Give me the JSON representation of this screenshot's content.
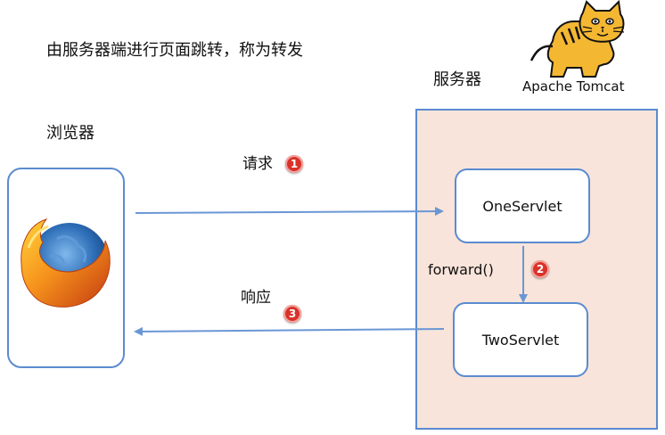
{
  "title": "由服务器端进行页面跳转，称为转发",
  "server_label": "服务器",
  "browser_label": "浏览器",
  "tomcat_logo_text": "Apache Tomcat",
  "servlets": {
    "one": "OneServlet",
    "two": "TwoServlet"
  },
  "steps": {
    "request": {
      "label": "请求",
      "number": "1"
    },
    "forward": {
      "label": "forward()",
      "number": "2"
    },
    "response": {
      "label": "响应",
      "number": "3"
    }
  },
  "colors": {
    "arrow": "#6a97d4",
    "box_border": "#5b8bd0",
    "server_fill": "#f8e4da",
    "badge": "#d9322a"
  },
  "icons": {
    "browser": "firefox-logo-icon",
    "server": "tomcat-cat-logo-icon"
  }
}
